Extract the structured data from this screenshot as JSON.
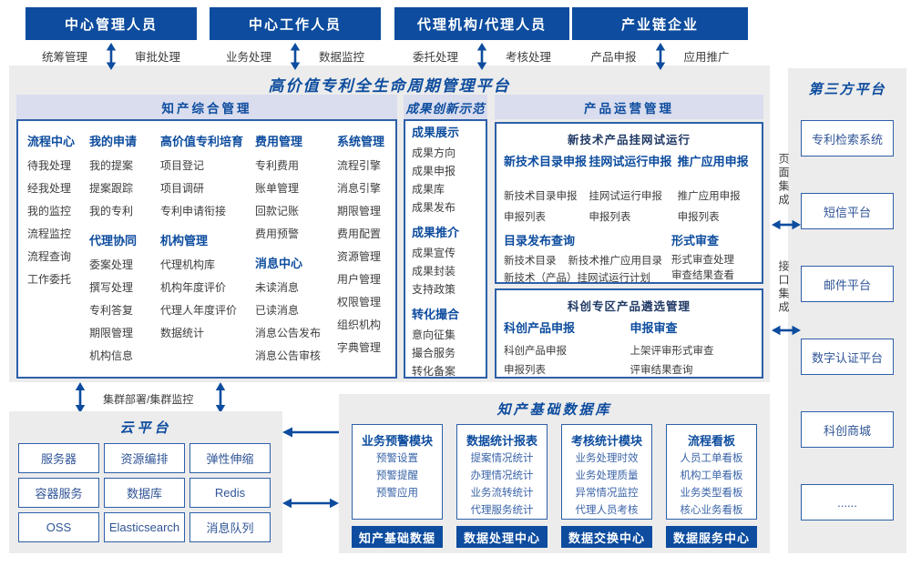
{
  "top_actors": [
    {
      "title": "中心管理人员",
      "left": "统筹管理",
      "right": "审批处理"
    },
    {
      "title": "中心工作人员",
      "left": "业务处理",
      "right": "数据监控"
    },
    {
      "title": "代理机构/代理人员",
      "left": "委托处理",
      "right": "考核处理"
    },
    {
      "title": "产业链企业",
      "left": "产品申报",
      "right": "应用推广"
    }
  ],
  "platform": {
    "title": "高价值专利全生命周期管理平台",
    "sections": {
      "ip": {
        "title": "知产综合管理",
        "columns": [
          {
            "blocks": [
              {
                "head": "流程中心",
                "items": [
                  "待我处理",
                  "经我处理",
                  "我的监控",
                  "流程监控",
                  "流程查询",
                  "工作委托"
                ]
              }
            ]
          },
          {
            "blocks": [
              {
                "head": "我的申请",
                "items": [
                  "我的提案",
                  "提案跟踪",
                  "我的专利"
                ]
              },
              {
                "head": "代理协同",
                "items": [
                  "委案处理",
                  "撰写处理",
                  "专利答复",
                  "期限管理",
                  "机构信息"
                ]
              }
            ]
          },
          {
            "blocks": [
              {
                "head": "高价值专利培育",
                "items": [
                  "项目登记",
                  "项目调研",
                  "专利申请衔接"
                ]
              },
              {
                "head": "机构管理",
                "items": [
                  "代理机构库",
                  "机构年度评价",
                  "代理人年度评价",
                  "数据统计"
                ]
              }
            ]
          },
          {
            "blocks": [
              {
                "head": "费用管理",
                "items": [
                  "专利费用",
                  "账单管理",
                  "回款记账",
                  "费用预警"
                ]
              },
              {
                "head": "消息中心",
                "items": [
                  "未读消息",
                  "已读消息",
                  "消息公告发布",
                  "消息公告审核"
                ]
              }
            ]
          },
          {
            "blocks": [
              {
                "head": "系统管理",
                "items": [
                  "流程引擎",
                  "消息引擎",
                  "期限管理",
                  "费用配置",
                  "资源管理",
                  "用户管理",
                  "权限管理",
                  "组织机构",
                  "字典管理"
                ]
              }
            ]
          }
        ]
      },
      "achievement": {
        "title": "成果创新示范",
        "blocks": [
          {
            "head": "成果展示",
            "items": [
              "成果方向",
              "成果申报",
              "成果库",
              "成果发布"
            ]
          },
          {
            "head": "成果推介",
            "items": [
              "成果宣传",
              "成果封装",
              "支持政策"
            ]
          },
          {
            "head": "转化撮合",
            "items": [
              "意向征集",
              "撮合服务",
              "转化备案"
            ]
          }
        ]
      },
      "product": {
        "title": "产品运营管理",
        "trial_box": {
          "title": "新技术产品挂网试运行",
          "groups": [
            {
              "head": "新技术目录申报",
              "items": [
                "新技术目录申报",
                "申报列表"
              ]
            },
            {
              "head": "挂网试运行申报",
              "items": [
                "挂网试运行申报",
                "申报列表"
              ]
            },
            {
              "head": "推广应用申报",
              "items": [
                "推广应用申报",
                "申报列表"
              ]
            }
          ],
          "catalog": {
            "head": "目录发布查询",
            "row1": [
              "新技术目录",
              "新技术推广应用目录"
            ],
            "row2": "新技术（产品）挂网试运行计划"
          },
          "review": {
            "head": "形式审查",
            "items": [
              "形式审查处理",
              "审查结果查看"
            ]
          }
        },
        "selection_box": {
          "title": "科创专区产品遴选管理",
          "groups": [
            {
              "head": "科创产品申报",
              "items": [
                "科创产品申报",
                "申报列表"
              ]
            },
            {
              "head": "申报审查",
              "items": [
                "上架评审形式审查",
                "评审结果查询"
              ]
            }
          ]
        }
      }
    }
  },
  "cluster_label": "集群部署/集群监控",
  "cloud": {
    "title": "云平台",
    "cells": [
      "服务器",
      "资源编排",
      "弹性伸缩",
      "容器服务",
      "数据库",
      "Redis",
      "OSS",
      "Elasticsearch",
      "消息队列"
    ]
  },
  "database": {
    "title": "知产基础数据库",
    "modules": [
      {
        "head": "业务预警模块",
        "items": [
          "预警设置",
          "预警提醒",
          "预警应用"
        ]
      },
      {
        "head": "数据统计报表",
        "items": [
          "提案情况统计",
          "办理情况统计",
          "业务流转统计",
          "代理服务统计"
        ]
      },
      {
        "head": "考核统计模块",
        "items": [
          "业务处理时效",
          "业务处理质量",
          "异常情况监控",
          "代理人员考核"
        ]
      },
      {
        "head": "流程看板",
        "items": [
          "人员工单看板",
          "机构工单看板",
          "业务类型看板",
          "核心业务看板"
        ]
      }
    ],
    "bars": [
      "知产基础数据",
      "数据处理中心",
      "数据交换中心",
      "数据服务中心"
    ]
  },
  "third_party": {
    "title": "第三方平台",
    "boxes": [
      "专利检索系统",
      "短信平台",
      "邮件平台",
      "数字认证平台",
      "科创商城",
      "......"
    ],
    "integrations": [
      "页面集成",
      "接口集成"
    ]
  },
  "colors": {
    "primary": "#0d4c9e",
    "band": "#d9ddee",
    "panel": "#ececec",
    "border": "#2d5fa8",
    "item_text": "#3d3d3d",
    "db_item_text": "#3a64a8"
  }
}
